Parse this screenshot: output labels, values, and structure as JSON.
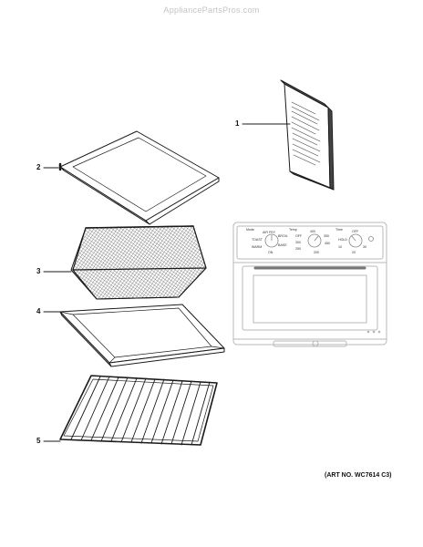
{
  "watermark": "AppliancePartsPros.com",
  "art_number": "(ART NO. WC7614 C3)",
  "callouts": [
    "1",
    "2",
    "3",
    "4",
    "5"
  ],
  "colors": {
    "line": "#1a1a1a",
    "faint": "#b8b8b8",
    "watermark": "#c4c4c4"
  },
  "oven_panel": {
    "dial_headings": [
      "Mode",
      "Temp",
      "Time"
    ],
    "dial_labels": [
      "AIR FRY",
      "TOAST",
      "BROIL",
      "WARM",
      "BAKE",
      "ON",
      "OFF",
      "400",
      "350",
      "450",
      "300",
      "250",
      "200",
      "OFF",
      "HOLD",
      "10",
      "20",
      "30"
    ]
  }
}
